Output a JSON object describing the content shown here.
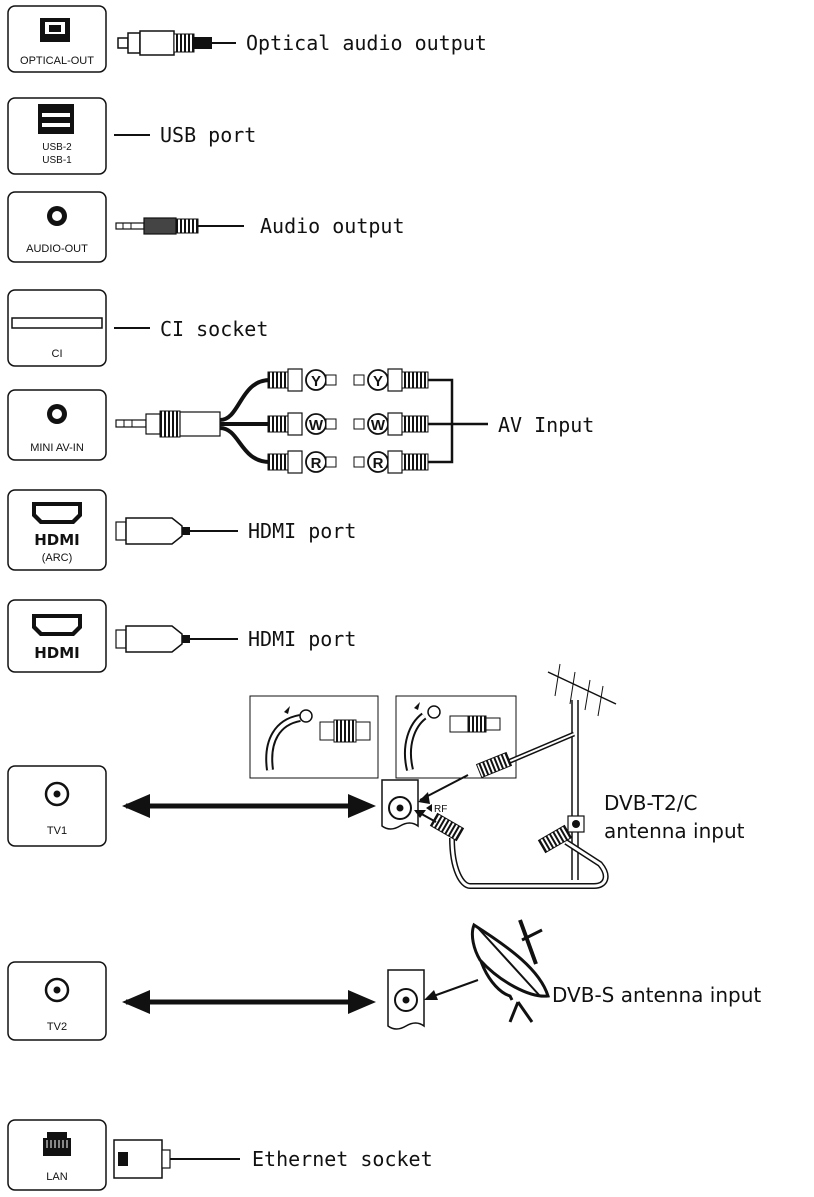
{
  "ports": {
    "optical": {
      "label": "OPTICAL-OUT",
      "description": "Optical audio output"
    },
    "usb": {
      "label_top": "USB-2",
      "label_bottom": "USB-1",
      "description": "USB port"
    },
    "audio": {
      "label": "AUDIO-OUT",
      "description": "Audio output"
    },
    "ci": {
      "label": "CI",
      "description": "CI socket"
    },
    "av": {
      "label": "MINI AV-IN",
      "description": "AV Input",
      "plugs": [
        "Y",
        "W",
        "R"
      ]
    },
    "hdmi_arc": {
      "logo": "HDMI",
      "label": "(ARC)",
      "description": "HDMI port"
    },
    "hdmi": {
      "logo": "HDMI",
      "description": "HDMI port"
    },
    "tv1": {
      "label": "TV1",
      "rf_label": "RF",
      "description_line1": "DVB-T2/C",
      "description_line2": "antenna input"
    },
    "tv2": {
      "label": "TV2",
      "description": "DVB-S antenna input"
    },
    "lan": {
      "label": "LAN",
      "description": "Ethernet socket"
    }
  }
}
